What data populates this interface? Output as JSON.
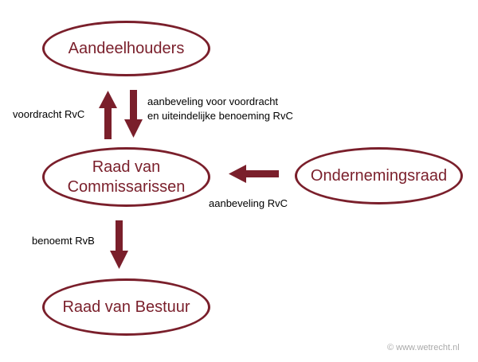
{
  "colors": {
    "accent": "#7a1f2b",
    "text": "#000000",
    "watermark": "#aaaaaa"
  },
  "nodes": {
    "shareholders": "Aandeelhouders",
    "board": "Raad van\nCommissarissen",
    "works_council": "Ondernemingsraad",
    "management": "Raad van Bestuur"
  },
  "labels": {
    "nomination": "voordracht RvC",
    "recommendation": "aanbeveling voor voordracht\nen uiteindelijke benoeming RvC",
    "works_council_recommendation": "aanbeveling RvC",
    "appoints_management": "benoemt RvB"
  },
  "copyright": "© www.wetrecht.nl"
}
